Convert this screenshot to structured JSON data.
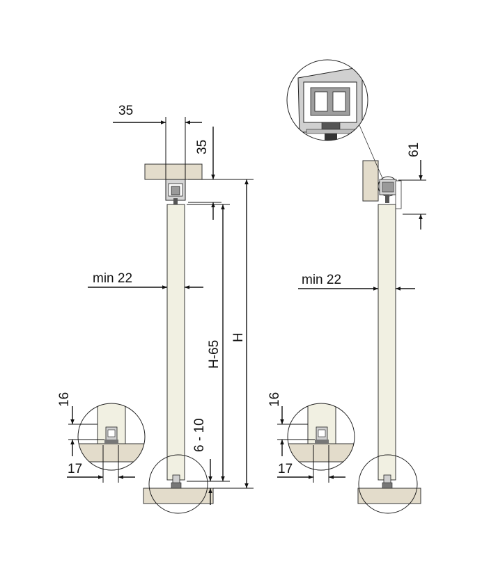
{
  "colors": {
    "panel": "#f1f0e2",
    "floor": "#e3dccb",
    "ceiling": "#e3dccb",
    "track": "#c8c8c8",
    "line": "#111111",
    "shading": "#8a8a8a"
  },
  "left_view": {
    "dims": {
      "top_width": "35",
      "top_height": "35",
      "min_thickness": "min 22",
      "height_minus": "H-65",
      "total_height": "H",
      "gap": "6 - 10",
      "guide_height": "16",
      "guide_width": "17"
    }
  },
  "right_view": {
    "dims": {
      "side_height": "61",
      "min_thickness": "min 22",
      "guide_height": "16",
      "guide_width": "17"
    }
  }
}
